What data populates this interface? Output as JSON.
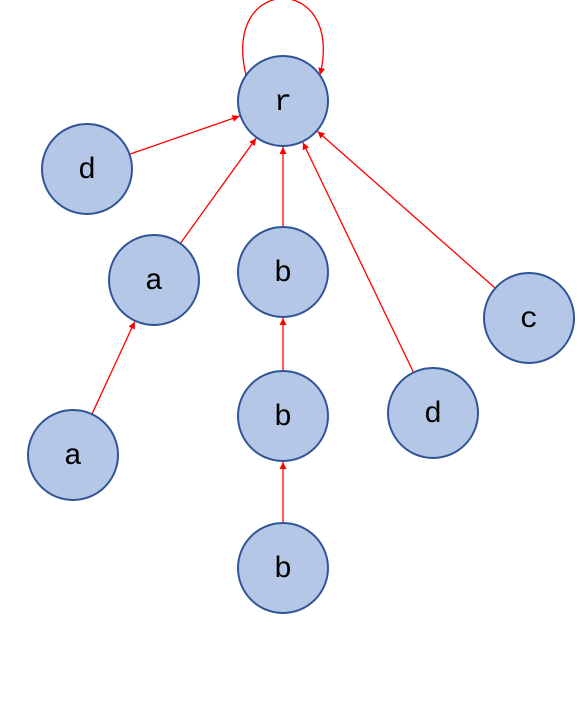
{
  "colors": {
    "node_fill": "#b4c7e7",
    "node_stroke": "#2f5597",
    "edge": "#ff0000",
    "label": "#000000",
    "background": "#ffffff"
  },
  "nodes": [
    {
      "id": "r",
      "label": "r"
    },
    {
      "id": "d1",
      "label": "d"
    },
    {
      "id": "a1",
      "label": "a"
    },
    {
      "id": "a2",
      "label": "a"
    },
    {
      "id": "b1",
      "label": "b"
    },
    {
      "id": "b2",
      "label": "b"
    },
    {
      "id": "b3",
      "label": "b"
    },
    {
      "id": "d2",
      "label": "d"
    },
    {
      "id": "c",
      "label": "c"
    }
  ],
  "edges": [
    {
      "from": "r",
      "to": "r"
    },
    {
      "from": "d1",
      "to": "r"
    },
    {
      "from": "a1",
      "to": "r"
    },
    {
      "from": "b1",
      "to": "r"
    },
    {
      "from": "d2",
      "to": "r"
    },
    {
      "from": "c",
      "to": "r"
    },
    {
      "from": "a2",
      "to": "a1"
    },
    {
      "from": "b2",
      "to": "b1"
    },
    {
      "from": "b3",
      "to": "b2"
    }
  ]
}
